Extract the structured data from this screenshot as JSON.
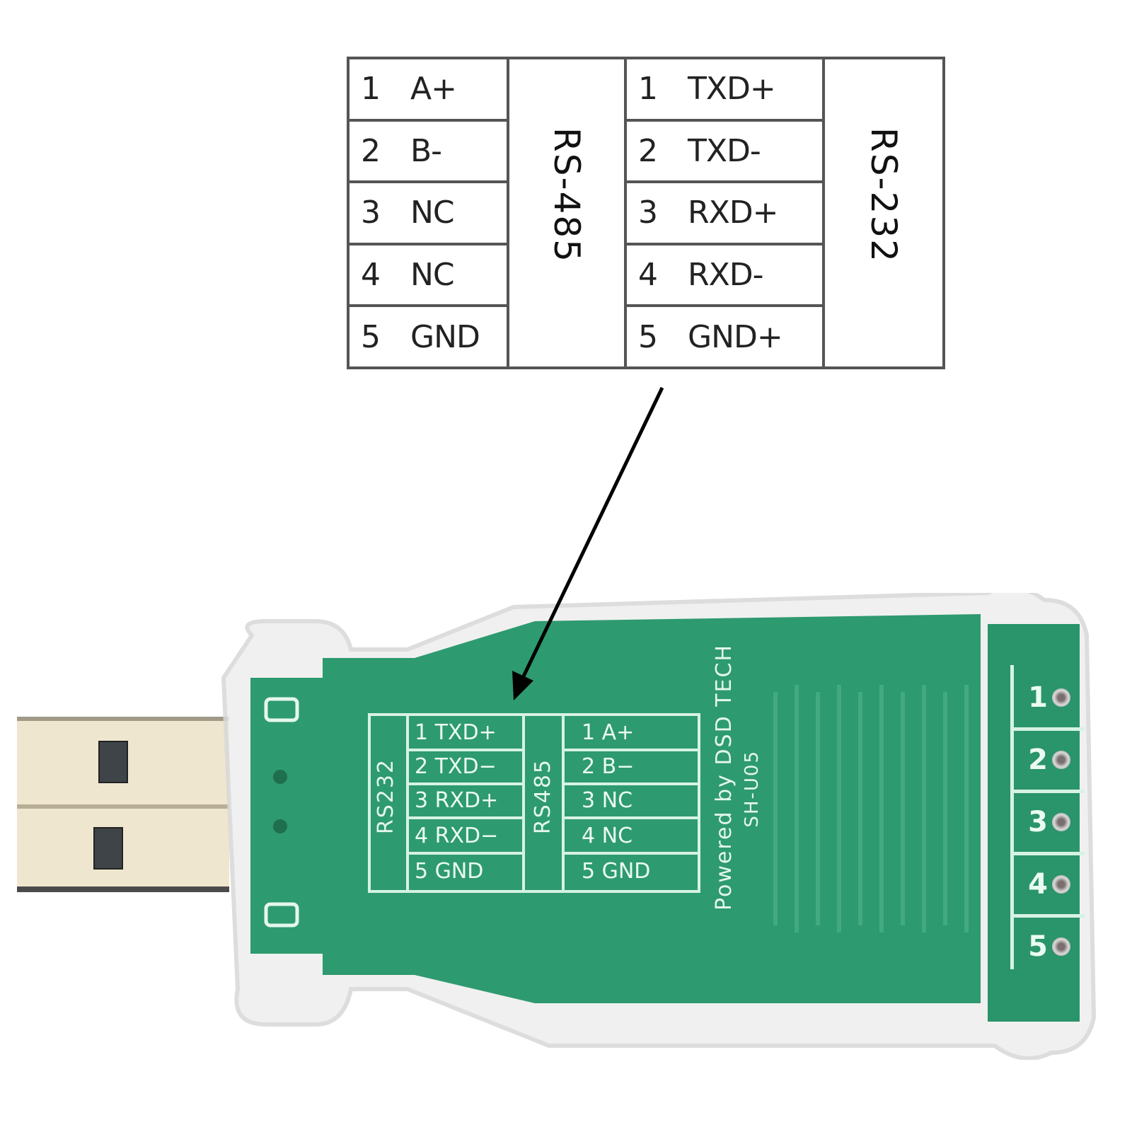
{
  "pinout_table": {
    "rs485": {
      "label": "RS-485",
      "pins": [
        {
          "num": "1",
          "signal": "A+"
        },
        {
          "num": "2",
          "signal": "B-"
        },
        {
          "num": "3",
          "signal": "NC"
        },
        {
          "num": "4",
          "signal": "NC"
        },
        {
          "num": "5",
          "signal": "GND"
        }
      ]
    },
    "rs232": {
      "label": "RS-232",
      "pins": [
        {
          "num": "1",
          "signal": "TXD+"
        },
        {
          "num": "2",
          "signal": "TXD-"
        },
        {
          "num": "3",
          "signal": "RXD+"
        },
        {
          "num": "4",
          "signal": "RXD-"
        },
        {
          "num": "5",
          "signal": "GND+"
        }
      ]
    }
  },
  "device": {
    "pcb_text": {
      "brand_line1": "Powered by DSD TECH",
      "model": "SH-U05"
    },
    "silkscreen": {
      "rs232_label": "RS232",
      "rs485_label": "RS485",
      "rs232_pins": [
        "1  TXD+",
        "2  TXD−",
        "3  RXD+",
        "4  RXD−",
        "5  GND"
      ],
      "rs485_pins": [
        "1  A+",
        "2  B−",
        "3  NC",
        "4  NC",
        "5  GND"
      ]
    },
    "terminals": [
      "1",
      "2",
      "3",
      "4",
      "5"
    ]
  },
  "colors": {
    "pcb_green": "#2e9a6f",
    "pcb_green_dark": "#23875e",
    "silkscreen": "#d7f2e5",
    "table_border": "#555555",
    "usb_metal": "#efe6cf"
  }
}
